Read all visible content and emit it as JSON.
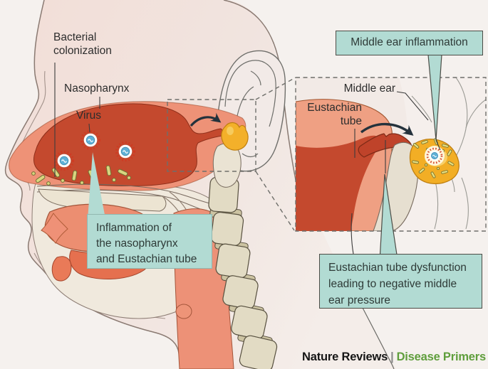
{
  "figure": {
    "title_context": "Otitis media pathogenesis diagram",
    "labels": {
      "bacterial_colonization": "Bacterial\ncolonization",
      "nasopharynx": "Nasopharynx",
      "virus": "Virus",
      "middle_ear": "Middle ear",
      "eustachian_tube": "Eustachian\ntube"
    },
    "callouts": {
      "nasopharynx_inflammation": "Inflammation of\nthe nasopharynx\nand Eustachian tube",
      "middle_ear_inflammation": "Middle ear inflammation",
      "eustachian_dysfunction": "Eustachian tube dysfunction\nleading to negative middle\near pressure"
    },
    "footer": {
      "journal": "Nature Reviews",
      "separator": "|",
      "series": "Disease Primers"
    },
    "colors": {
      "background": "#f5f1ee",
      "callout_fill": "#b2dbd3",
      "callout_border": "#4c4c46",
      "nasopharynx_red": "#c4492e",
      "mucosa_salmon": "#ee9277",
      "effusion_orange": "#f2ae25",
      "bone_beige": "#e2dbc4",
      "arrow_dark": "#24323c",
      "virus_blue": "#5fb0d6",
      "bacteria_yellow": "#d8d57f",
      "footer_green": "#5f9e3c",
      "text_dark": "#2d2d2d"
    }
  }
}
